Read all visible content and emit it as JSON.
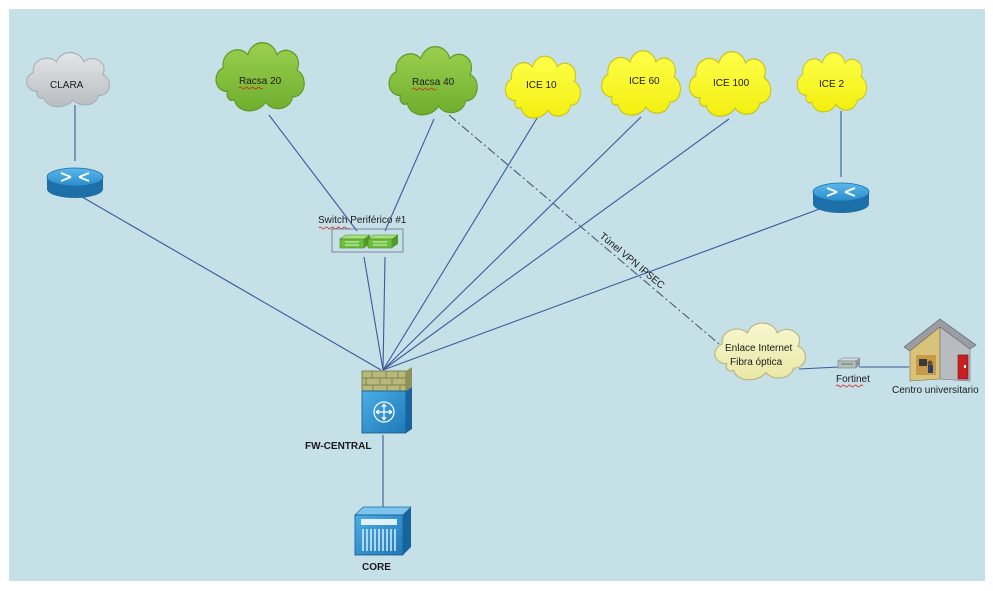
{
  "diagram": {
    "clouds": {
      "clara": "CLARA",
      "racsa20": "Racsa 20",
      "racsa40": "Racsa 40",
      "ice10": "ICE 10",
      "ice60": "ICE 60",
      "ice100": "ICE 100",
      "ice2": "ICE 2",
      "enlace_line1": "Enlace Internet",
      "enlace_line2": "Fibra óptica"
    },
    "switch_label": "Switch Periférico #1",
    "firewall_label": "FW-CENTRAL",
    "core_label": "CORE",
    "vpn_label": "Túnel VPN IPSEC",
    "fortinet_label": "Fortinet",
    "campus_label": "Centro universitario"
  },
  "colors": {
    "background": "#c6e0e8",
    "cloud_gray": "#cfd3d6",
    "cloud_green": "#8cc63f",
    "cloud_yellow": "#ffff2e",
    "cloud_light": "#f4f3bf",
    "device_blue": "#2b8fcf",
    "link_blue": "#3b5a9a"
  }
}
